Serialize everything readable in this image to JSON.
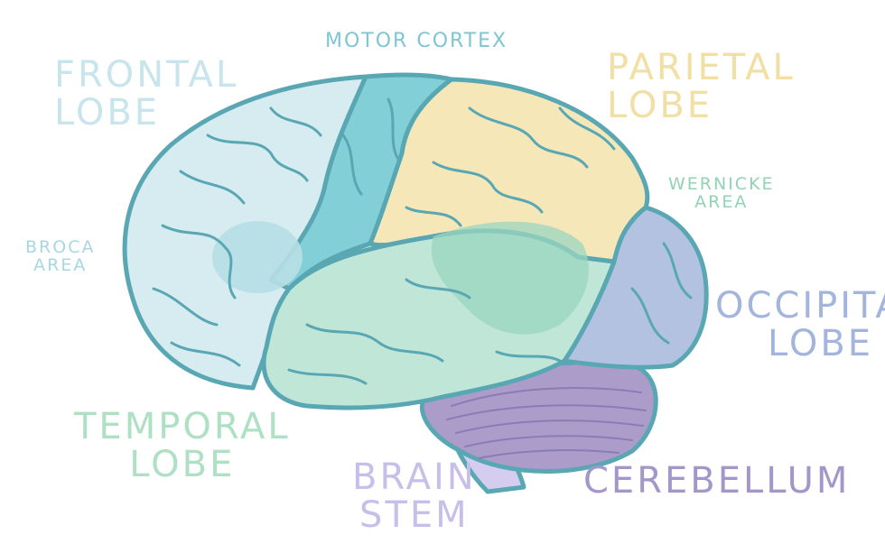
{
  "labels": {
    "frontal": [
      "FRONTAL",
      "LOBE"
    ],
    "motor": "MOTOR CORTEX",
    "parietal": [
      "PARIETAL",
      "LOBE"
    ],
    "wernicke": [
      "WERNICKE",
      "AREA"
    ],
    "broca": [
      "BROCA",
      "AREA"
    ],
    "occipital": [
      "OCCIPITAL",
      "LOBE"
    ],
    "temporal": [
      "TEMPORAL",
      "LOBE"
    ],
    "brainstem": [
      "BRAIN",
      "STEM"
    ],
    "cerebellum": "CEREBELLUM"
  },
  "colors": {
    "outline": "#5aa7b4",
    "frontal": "#d6ecf1",
    "motor": "#82cfd8",
    "parietal": "#f6e7b8",
    "wernicke": "#9ad6c0",
    "broca": "#b7dfe6",
    "occipital": "#b3c2e1",
    "temporal": "#bfe6d6",
    "cerebellum": "#ab9cc9",
    "brainstem": "#d4cdef",
    "label_frontal": "#c8e5ec",
    "label_motor": "#7ec6d1",
    "label_parietal": "#f1dfa4",
    "label_wernicke": "#92d3b4",
    "label_broca": "#a8d7e2",
    "label_occipital": "#a3b5dc",
    "label_temporal": "#aee0c4",
    "label_brainstem": "#c7bfe9",
    "label_cerebellum": "#a397c9"
  }
}
